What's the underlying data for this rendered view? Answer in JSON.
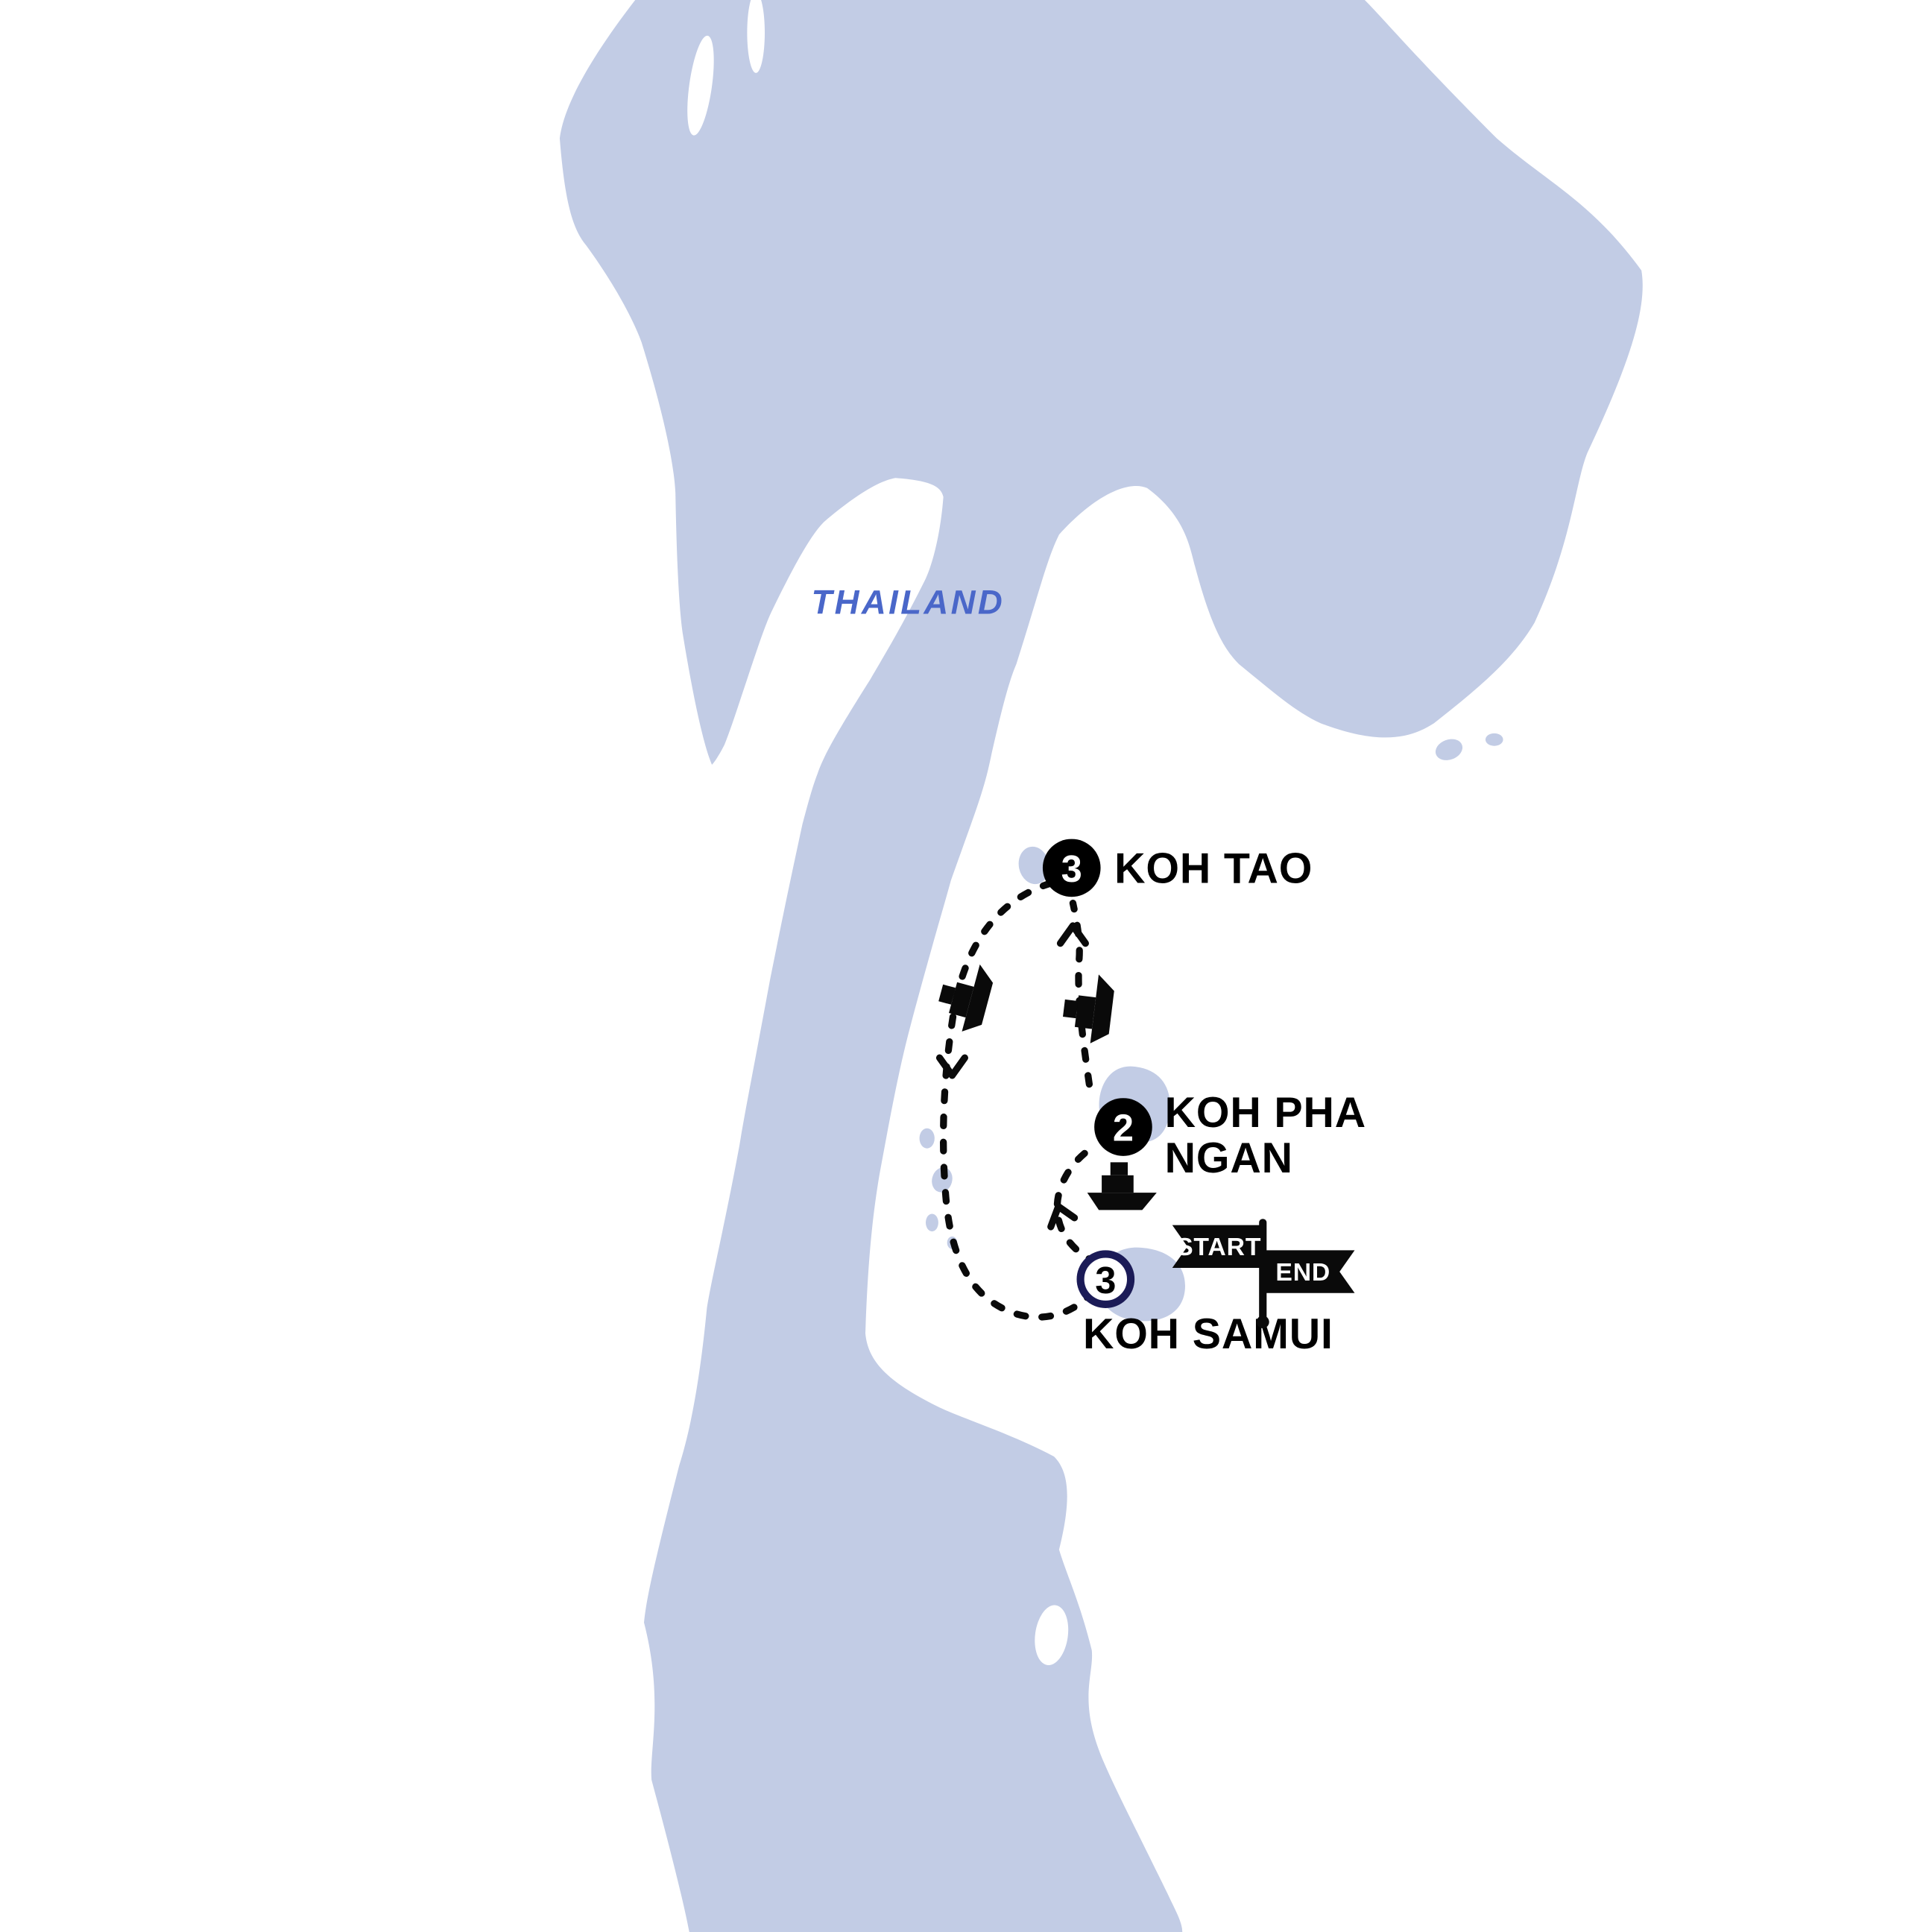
{
  "map": {
    "region_label": "THAILAND",
    "colors": {
      "land": "#c2cce5",
      "water": "#ffffff",
      "route": "#0a0a0a",
      "region_label": "#4a67c9",
      "marker": "#000000",
      "start_marker_ring": "#1b1b57",
      "marker_number": "#ffffff"
    }
  },
  "itinerary": {
    "stops": [
      {
        "name": "KOH TAO",
        "nights": "3"
      },
      {
        "name": "KOH PHA NGAN",
        "name_line1": "KOH PHA",
        "name_line2": "NGAN",
        "nights": "2"
      },
      {
        "name": "KOH SAMUI",
        "nights": "3"
      }
    ],
    "start_flag": "START",
    "end_flag": "END"
  }
}
